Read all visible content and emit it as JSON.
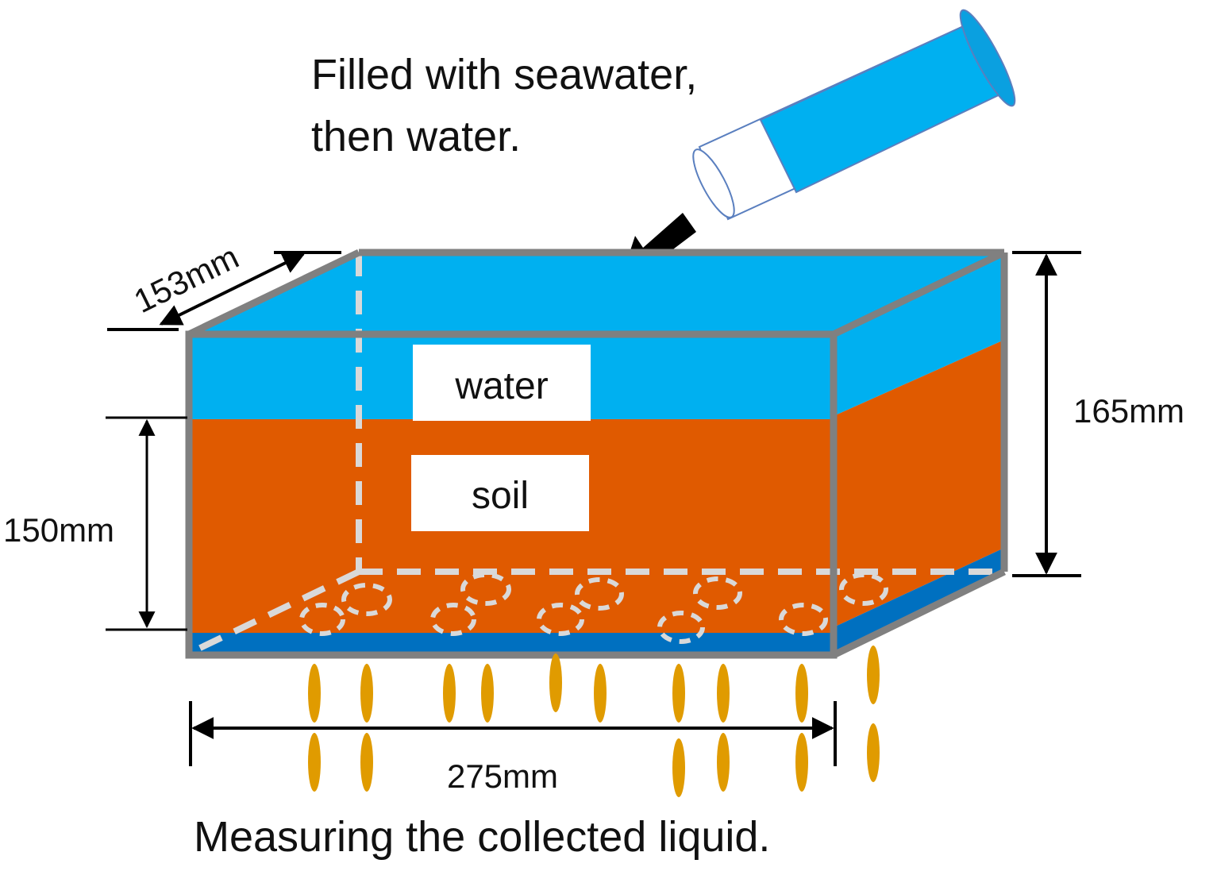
{
  "top_caption_line1": "Filled with seawater,",
  "top_caption_line2": "then water.",
  "bottom_caption": "Measuring the collected liquid.",
  "labels": {
    "water": "water",
    "soil": "soil"
  },
  "dimensions": {
    "depth": "153mm",
    "height_total": "165mm",
    "height_soil": "150mm",
    "length": "275mm"
  },
  "colors": {
    "water": "#00b0f0",
    "soil": "#e05a00",
    "drainage_layer": "#0070c0",
    "frame": "#808080",
    "drops": "#e09b00",
    "dashes": "#d9d9d9"
  },
  "icons": [
    "graduated-cylinder-icon",
    "arrow-icon"
  ]
}
